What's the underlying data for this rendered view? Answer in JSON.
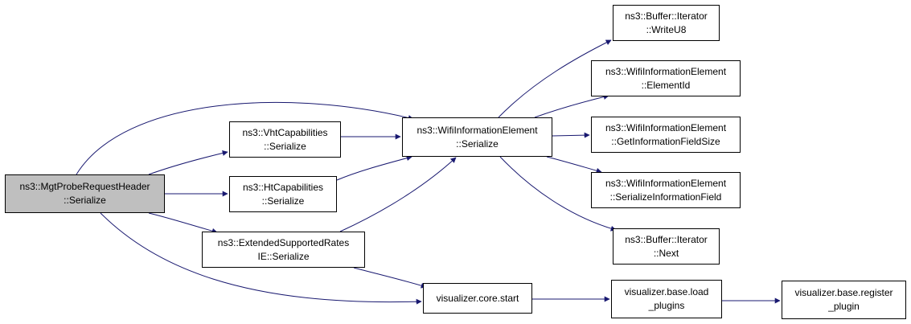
{
  "colors": {
    "edge": "#191970",
    "root_fill": "#bfbfbf",
    "node_fill": "#ffffff",
    "border": "#000000"
  },
  "nodes": [
    {
      "id": "root",
      "lines": [
        "ns3::MgtProbeRequestHeader",
        "::Serialize"
      ]
    },
    {
      "id": "vht",
      "lines": [
        "ns3::VhtCapabilities",
        "::Serialize"
      ]
    },
    {
      "id": "ht",
      "lines": [
        "ns3::HtCapabilities",
        "::Serialize"
      ]
    },
    {
      "id": "ext",
      "lines": [
        "ns3::ExtendedSupportedRates",
        "IE::Serialize"
      ]
    },
    {
      "id": "wie",
      "lines": [
        "ns3::WifiInformationElement",
        "::Serialize"
      ]
    },
    {
      "id": "wu8",
      "lines": [
        "ns3::Buffer::Iterator",
        "::WriteU8"
      ]
    },
    {
      "id": "eid",
      "lines": [
        "ns3::WifiInformationElement",
        "::ElementId"
      ]
    },
    {
      "id": "gifs",
      "lines": [
        "ns3::WifiInformationElement",
        "::GetInformationFieldSize"
      ]
    },
    {
      "id": "sif",
      "lines": [
        "ns3::WifiInformationElement",
        "::SerializeInformationField"
      ]
    },
    {
      "id": "next",
      "lines": [
        "ns3::Buffer::Iterator",
        "::Next"
      ]
    },
    {
      "id": "vcs",
      "lines": [
        "visualizer.core.start"
      ]
    },
    {
      "id": "vbl",
      "lines": [
        "visualizer.base.load",
        "_plugins"
      ]
    },
    {
      "id": "vbr",
      "lines": [
        "visualizer.base.register",
        "_plugin"
      ]
    }
  ],
  "edges": [
    {
      "from": "root",
      "to": "vht"
    },
    {
      "from": "root",
      "to": "ht"
    },
    {
      "from": "root",
      "to": "ext"
    },
    {
      "from": "root",
      "to": "wie"
    },
    {
      "from": "root",
      "to": "vcs"
    },
    {
      "from": "vht",
      "to": "wie"
    },
    {
      "from": "ht",
      "to": "wie"
    },
    {
      "from": "ext",
      "to": "wie"
    },
    {
      "from": "ext",
      "to": "vcs"
    },
    {
      "from": "wie",
      "to": "wu8"
    },
    {
      "from": "wie",
      "to": "eid"
    },
    {
      "from": "wie",
      "to": "gifs"
    },
    {
      "from": "wie",
      "to": "sif"
    },
    {
      "from": "wie",
      "to": "next"
    },
    {
      "from": "vcs",
      "to": "vbl"
    },
    {
      "from": "vbl",
      "to": "vbr"
    }
  ]
}
